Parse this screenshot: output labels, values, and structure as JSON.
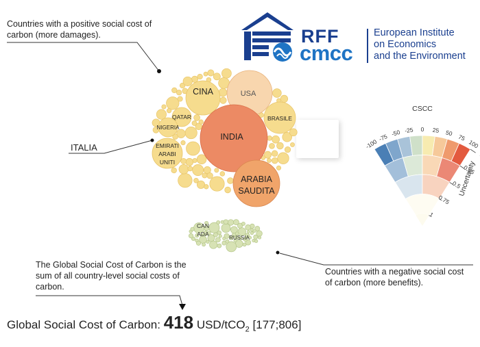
{
  "notes": {
    "positive": "Countries with a positive social cost of carbon (more damages).",
    "negative": "Countries with a negative social cost of carbon (more benefits).",
    "global": "The Global Social Cost of Carbon is the sum of all country-level social costs of carbon."
  },
  "italia_label": "ITALIA",
  "logo": {
    "rff": "RFF",
    "cmcc": "cmcc",
    "institute_lines": [
      "European Institute",
      "on Economics",
      "and the Environment"
    ]
  },
  "bubbles": {
    "india": "INDIA",
    "arabia_1": "ARABIA",
    "arabia_2": "SAUDITA",
    "usa": "USA",
    "cina": "CINA",
    "brasile": "BRASILE",
    "qatar": "QATAR",
    "nigeria": "NIGERIA",
    "emirati_1": "EMIRATI",
    "emirati_2": "ARABI",
    "emirati_3": "UNITI",
    "canada_1": "CAN",
    "canada_2": "ADA",
    "russia": "RUSSIA"
  },
  "legend": {
    "title": "CSCC",
    "scale_ticks": [
      "-100",
      "-75",
      "-50",
      "-25",
      "0",
      "25",
      "50",
      "75",
      "100"
    ],
    "uncertainty_label": "Uncertainty",
    "uncertainty_ticks": [
      "0",
      "0.25",
      "0.5",
      "0.75",
      "1"
    ]
  },
  "global_cost": {
    "label": "Global Social Cost of Carbon:",
    "value": "418",
    "unit_prefix": "USD/tCO",
    "unit_sub": "2",
    "range": "[177;806]"
  },
  "colors": {
    "positive_bubble": "#f6dc8e",
    "negative_bubble": "#d7e2b4",
    "india": "#ec8a64",
    "arabia": "#f0a46a",
    "usa": "#f8d6ae",
    "brand_dark": "#1a3f8f",
    "brand_light": "#1f74c4"
  }
}
